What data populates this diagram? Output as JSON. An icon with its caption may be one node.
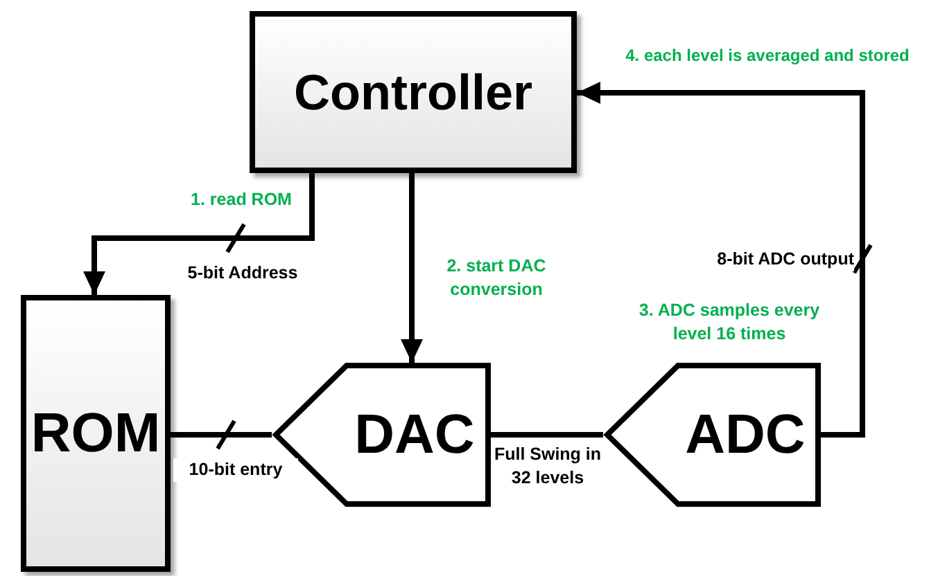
{
  "diagram": {
    "nodes": [
      {
        "text": [
          "Controller"
        ]
      },
      {
        "text": [
          "ROM"
        ]
      },
      {
        "text": [
          "DAC"
        ]
      },
      {
        "text": [
          "ADC"
        ]
      }
    ],
    "edges": [
      {
        "from": 0,
        "to": 1,
        "arrow": "to",
        "label": "5-bit Address"
      },
      {
        "from": 0,
        "to": 2,
        "arrow": "to"
      },
      {
        "from": 1,
        "to": 2,
        "arrow": "none",
        "label": "10-bit entry"
      },
      {
        "from": 2,
        "to": 3,
        "arrow": "none",
        "label": "Full Swing in 32 levels"
      },
      {
        "from": 3,
        "to": 0,
        "arrow": "to",
        "label": "8-bit ADC output"
      }
    ],
    "labels": [
      "4. each level is averaged and stored",
      "1. read ROM",
      "2. start DAC conversion",
      "3. ADC samples every level 16 times"
    ]
  }
}
